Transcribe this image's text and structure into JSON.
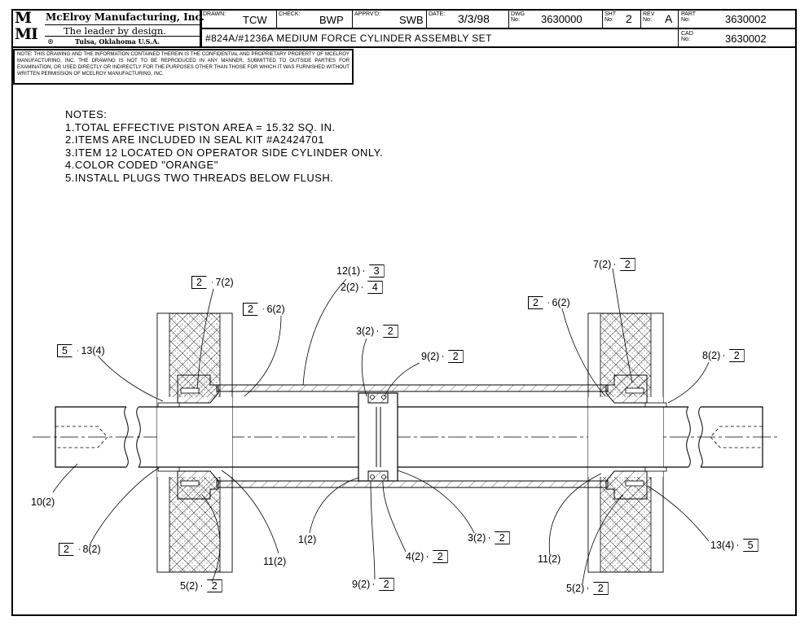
{
  "company": {
    "logo_text": "MMI",
    "name": "McElroy Manufacturing, Inc.",
    "slogan": "The leader by design.",
    "location": "Tulsa, Oklahoma U.S.A.",
    "registered": "®"
  },
  "title_block": {
    "drawn_label": "DRAWN:",
    "drawn": "TCW",
    "check_label": "CHECK:",
    "check": "BWP",
    "apprvd_label": "APPRV'D:",
    "apprvd": "SWB",
    "date_label": "DATE:",
    "date": "3/3/98",
    "dwg_label": "DWG No:",
    "dwg": "3630000",
    "sht_label": "SHT No:",
    "sht": "2",
    "rev_label": "REV No:",
    "rev": "A",
    "part_label": "PART No:",
    "part": "3630002",
    "cad_label": "CAD No:",
    "cad": "3630002",
    "title": "#824A/#1236A MEDIUM FORCE CYLINDER ASSEMBLY SET"
  },
  "notice": "NOTE: THIS DRAWING AND THE INFORMATION CONTAINED THEREIN IS THE CONFIDENTIAL AND PROPRIETARY PROPERTY OF McElroy Manufacturing, Inc. THE DRAWING IS NOT TO BE REPRODUCED IN ANY MANNER, SUBMITTED TO OUTSIDE PARTIES FOR EXAMINATION, OR USED DIRECTLY OR INDIRECTLY FOR THE PURPOSES OTHER THAN THOSE FOR WHICH IT WAS FURNISHED WITHOUT WRITTEN PERMISSION OF McElroy Manufacturing, Inc.",
  "notes": {
    "heading": "NOTES:",
    "items": [
      "1.TOTAL EFFECTIVE PISTON AREA = 15.32 SQ. IN.",
      "2.ITEMS ARE INCLUDED IN SEAL KIT #A2424701",
      "3.ITEM 12 LOCATED ON OPERATOR SIDE CYLINDER ONLY.",
      "4.COLOR CODED \"ORANGE\"",
      "5.INSTALL PLUGS TWO THREADS BELOW FLUSH."
    ]
  },
  "callouts": [
    {
      "text": "12(1)",
      "tag": "3"
    },
    {
      "text": "2(2)",
      "tag": "4"
    },
    {
      "text": "7(2)",
      "tag": "2"
    },
    {
      "text": "6(2)",
      "tag": "2"
    },
    {
      "text": "3(2)",
      "tag": "2"
    },
    {
      "text": "9(2)",
      "tag": "2"
    },
    {
      "text": "13(4)",
      "tag": "5"
    },
    {
      "text": "6(2)",
      "tag": "2"
    },
    {
      "text": "7(2)",
      "tag": "2"
    },
    {
      "text": "8(2)",
      "tag": "2"
    },
    {
      "text": "10(2)",
      "tag": ""
    },
    {
      "text": "8(2)",
      "tag": "2"
    },
    {
      "text": "1(2)",
      "tag": ""
    },
    {
      "text": "11(2)",
      "tag": ""
    },
    {
      "text": "5(2)",
      "tag": "2"
    },
    {
      "text": "9(2)",
      "tag": "2"
    },
    {
      "text": "4(2)",
      "tag": "2"
    },
    {
      "text": "3(2)",
      "tag": "2"
    },
    {
      "text": "11(2)",
      "tag": ""
    },
    {
      "text": "5(2)",
      "tag": "2"
    },
    {
      "text": "13(4)",
      "tag": "5"
    }
  ]
}
